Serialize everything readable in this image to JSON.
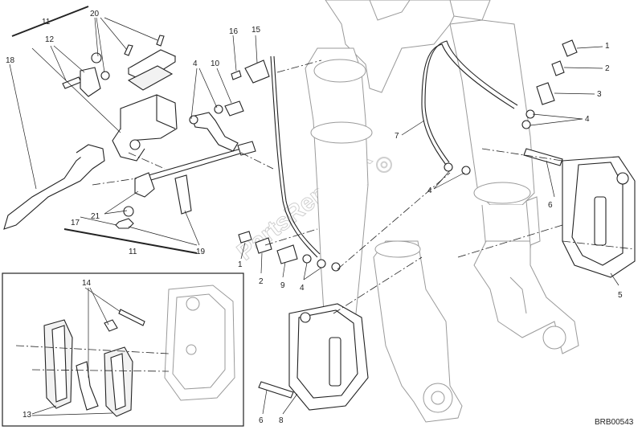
{
  "diagram": {
    "code": "BRB00543",
    "watermark": "PartsRepublik",
    "labels": {
      "n1a": "1",
      "n1b": "1",
      "n2a": "2",
      "n2b": "2",
      "n3": "3",
      "n4a": "4",
      "n4b": "4",
      "n4c": "4",
      "n4d": "4",
      "n5": "5",
      "n6a": "6",
      "n6b": "6",
      "n7": "7",
      "n8": "8",
      "n9": "9",
      "n10": "10",
      "n11a": "11",
      "n11b": "11",
      "n12": "12",
      "n13": "13",
      "n14": "14",
      "n15": "15",
      "n16": "16",
      "n17": "17",
      "n18": "18",
      "n19": "19",
      "n20": "20",
      "n21": "21"
    }
  }
}
